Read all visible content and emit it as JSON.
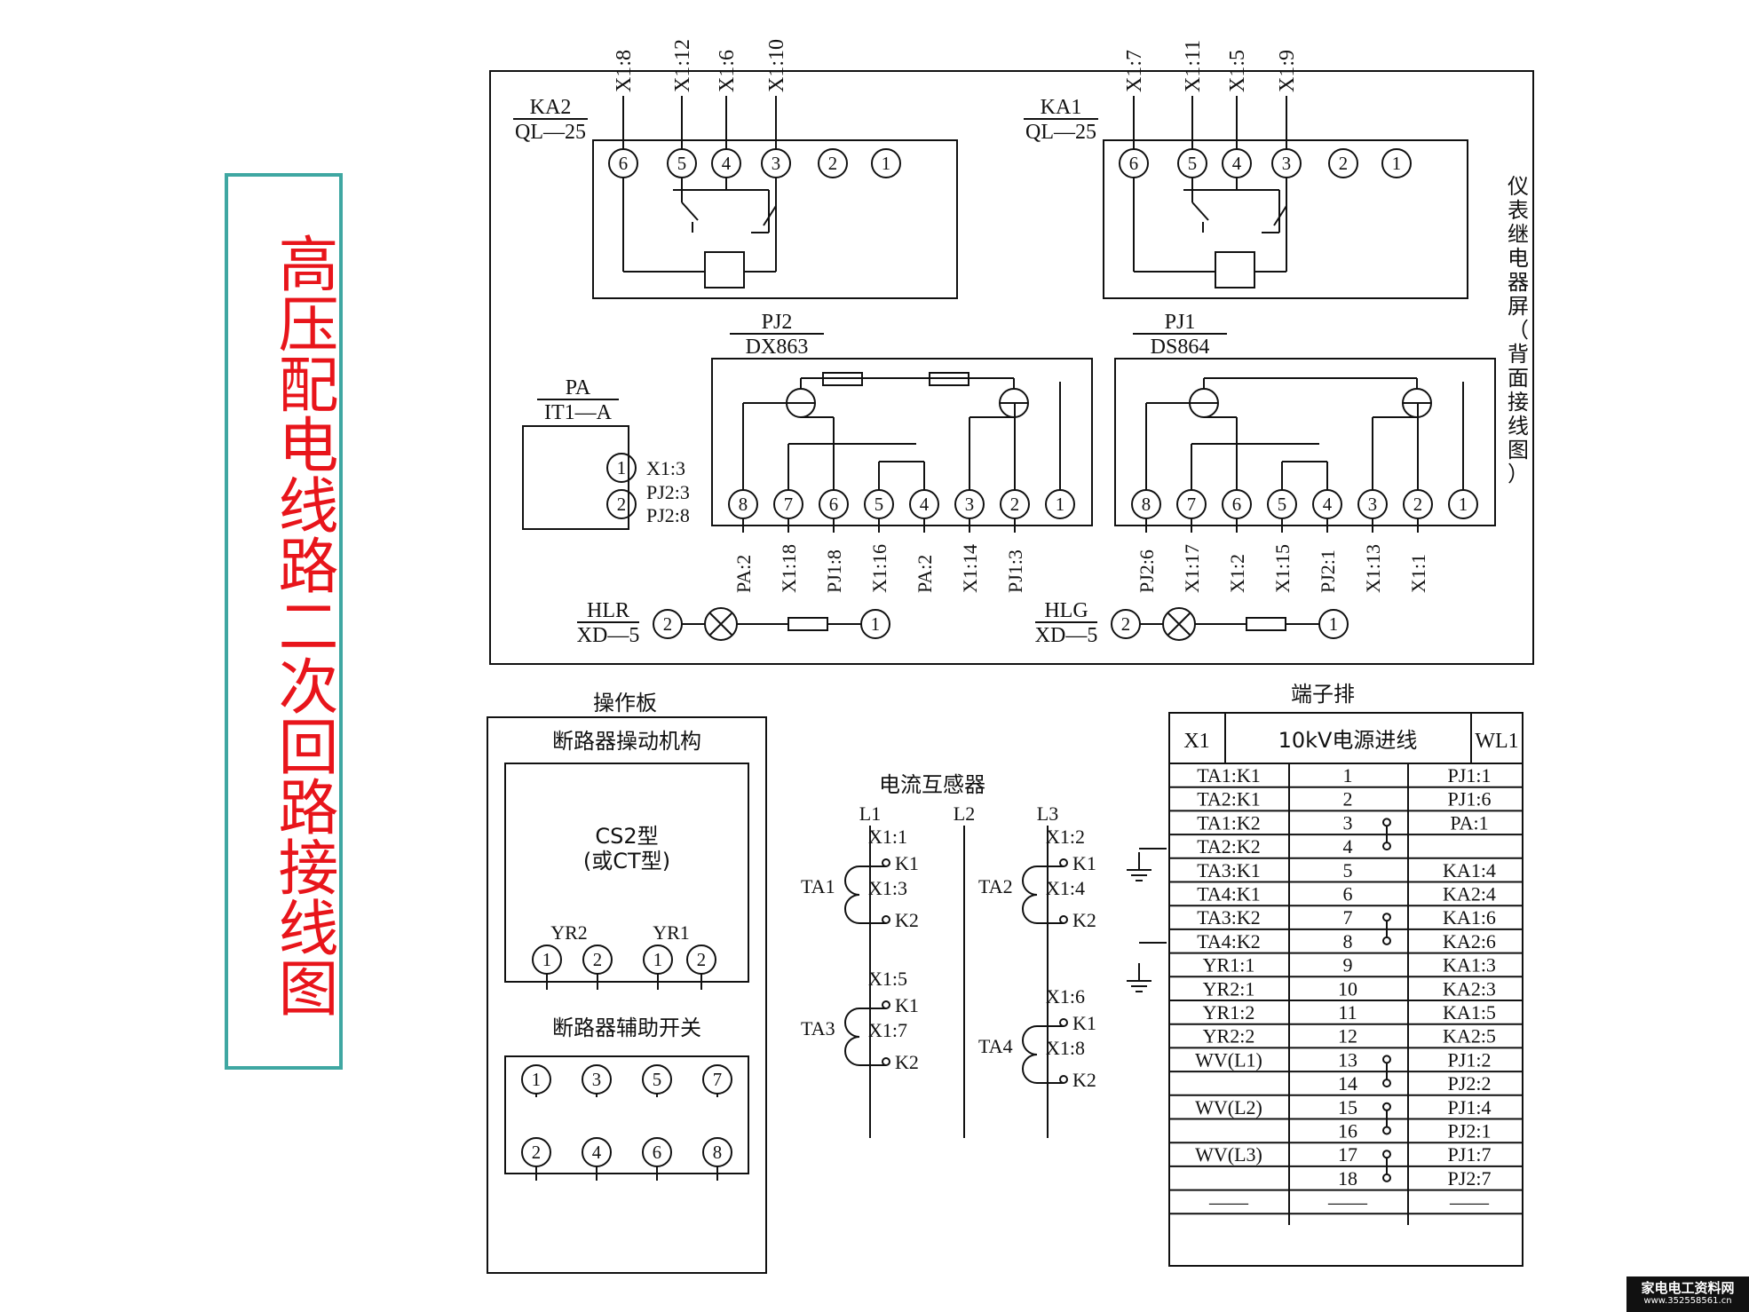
{
  "title": "高压配电线路二次回路接线图",
  "upper_panel": {
    "side_label": "仪表继电器屏（背面接线图）",
    "ka2": {
      "name": "KA2",
      "model": "QL—25",
      "wires": [
        "X1:8",
        "X1:12",
        "X1:6",
        "X1:10"
      ],
      "terminals": [
        "6",
        "5",
        "4",
        "3",
        "2",
        "1"
      ]
    },
    "ka1": {
      "name": "KA1",
      "model": "QL—25",
      "wires": [
        "X1:7",
        "X1:11",
        "X1:5",
        "X1:9"
      ],
      "terminals": [
        "6",
        "5",
        "4",
        "3",
        "2",
        "1"
      ]
    },
    "pa": {
      "name": "PA",
      "model": "IT1—A",
      "terminals": [
        "1",
        "2"
      ],
      "wires": [
        "X1:3",
        "PJ2:3",
        "PJ2:8"
      ]
    },
    "pj2": {
      "name": "PJ2",
      "model": "DX863",
      "terminals": [
        "8",
        "7",
        "6",
        "5",
        "4",
        "3",
        "2",
        "1"
      ],
      "wires": [
        "PA:2",
        "X1:18",
        "PJ1:8",
        "X1:16",
        "PA:2",
        "X1:14",
        "PJ1:3"
      ]
    },
    "pj1": {
      "name": "PJ1",
      "model": "DS864",
      "terminals": [
        "8",
        "7",
        "6",
        "5",
        "4",
        "3",
        "2",
        "1"
      ],
      "wires": [
        "PJ2:6",
        "X1:17",
        "X1:2",
        "X1:15",
        "PJ2:1",
        "X1:13",
        "X1:1"
      ]
    },
    "hlr": {
      "name": "HLR",
      "model": "XD—5",
      "terminals": [
        "2",
        "1"
      ]
    },
    "hlg": {
      "name": "HLG",
      "model": "XD—5",
      "terminals": [
        "2",
        "1"
      ]
    }
  },
  "operation_board": {
    "label": "操作板",
    "mechanism": "断路器操动机构",
    "model_line1": "CS2型",
    "model_line2": "(或CT型)",
    "yr2": "YR2",
    "yr1": "YR1",
    "yr_terminals": [
      "1",
      "2",
      "1",
      "2"
    ],
    "aux_switch": "断路器辅助开关",
    "aux_top": [
      "1",
      "3",
      "5",
      "7"
    ],
    "aux_bottom": [
      "2",
      "4",
      "6",
      "8"
    ]
  },
  "current_transformer": {
    "label": "电流互感器",
    "phases": [
      "L1",
      "L2",
      "L3"
    ],
    "ta1": {
      "name": "TA1",
      "top": "X1:1",
      "k1": "K1",
      "mid": "X1:3",
      "k2": "K2"
    },
    "ta2": {
      "name": "TA2",
      "top": "X1:2",
      "k1": "K1",
      "mid": "X1:4",
      "k2": "K2"
    },
    "ta3": {
      "name": "TA3",
      "top": "X1:5",
      "k1": "K1",
      "mid": "X1:7",
      "k2": "K2"
    },
    "ta4": {
      "name": "TA4",
      "top": "X1:6",
      "k1": "K1",
      "mid": "X1:8",
      "k2": "K2"
    }
  },
  "terminal_block": {
    "label": "端子排",
    "header": [
      "X1",
      "10kV电源进线",
      "WL1"
    ],
    "rows": [
      [
        "TA1:K1",
        "1",
        "PJ1:1"
      ],
      [
        "TA2:K1",
        "2",
        "PJ1:6"
      ],
      [
        "TA1:K2",
        "3",
        "PA:1"
      ],
      [
        "TA2:K2",
        "4",
        ""
      ],
      [
        "TA3:K1",
        "5",
        "KA1:4"
      ],
      [
        "TA4:K1",
        "6",
        "KA2:4"
      ],
      [
        "TA3:K2",
        "7",
        "KA1:6"
      ],
      [
        "TA4:K2",
        "8",
        "KA2:6"
      ],
      [
        "YR1:1",
        "9",
        "KA1:3"
      ],
      [
        "YR2:1",
        "10",
        "KA2:3"
      ],
      [
        "YR1:2",
        "11",
        "KA1:5"
      ],
      [
        "YR2:2",
        "12",
        "KA2:5"
      ],
      [
        "WV(L1)",
        "13",
        "PJ1:2"
      ],
      [
        "",
        "14",
        "PJ2:2"
      ],
      [
        "WV(L2)",
        "15",
        "PJ1:4"
      ],
      [
        "",
        "16",
        "PJ2:1"
      ],
      [
        "WV(L3)",
        "17",
        "PJ1:7"
      ],
      [
        "",
        "18",
        "PJ2:7"
      ],
      [
        "——",
        "——",
        "——"
      ]
    ]
  },
  "watermark": {
    "main": "家电电工资料网",
    "url": "www.352558561.cn"
  }
}
